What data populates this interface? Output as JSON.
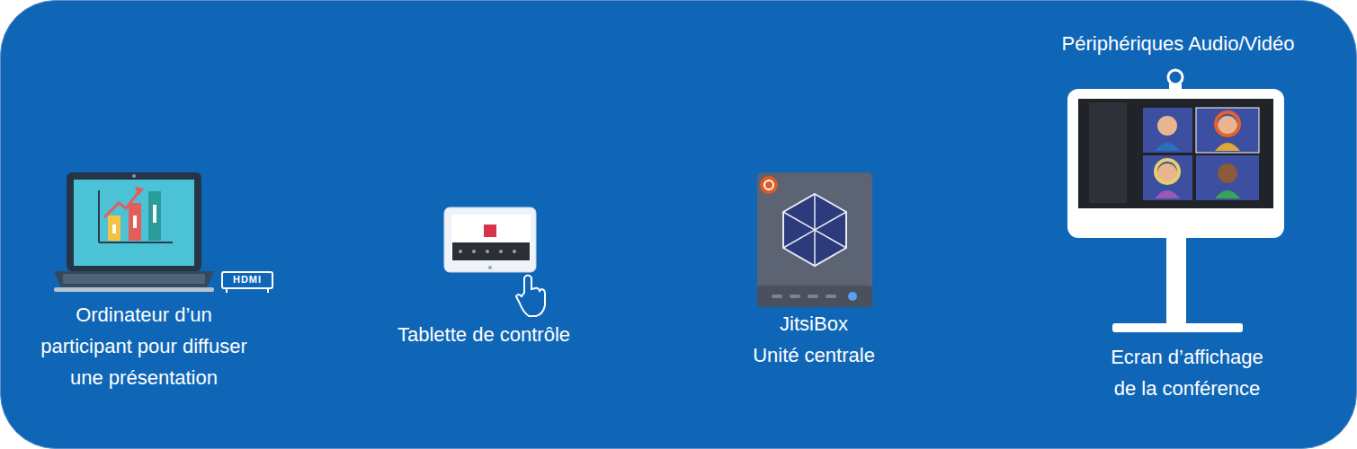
{
  "diagram": {
    "labels": [
      "Ordinateur d’un participant pour diffuser une présentation",
      "HDMI",
      "Tablette de contrôle",
      "JitsiBox",
      "Unité centrale",
      "Périphériques Audio/Vidéo",
      "Ecran d’affichage de la conférence"
    ]
  }
}
